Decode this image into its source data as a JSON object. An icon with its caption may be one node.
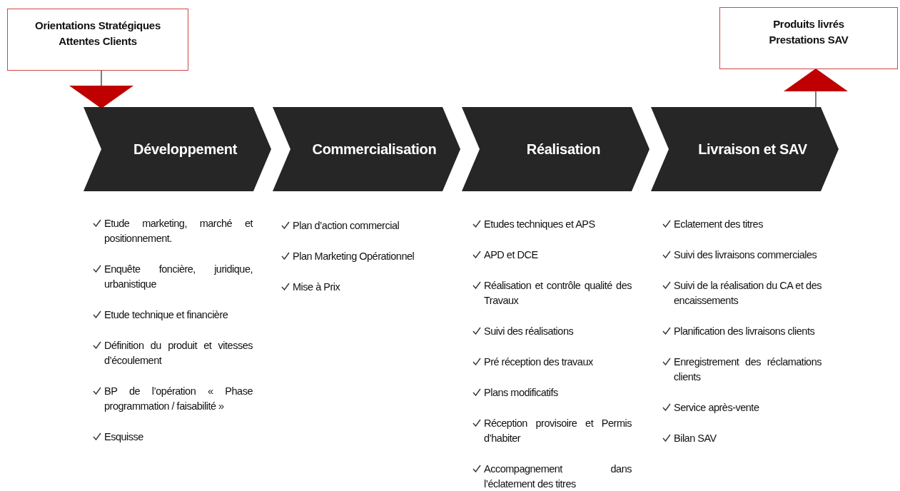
{
  "diagram": {
    "nodes": [
      {
        "text": [
          "Orientations Stratégiques",
          "Attentes Clients"
        ]
      },
      {
        "text": [
          "Produits livrés",
          "Prestations SAV"
        ]
      },
      {
        "text": [
          "Développement"
        ],
        "beside": [
          "Etude marketing, marché et positionnement.",
          "Enquête foncière, juridique, urbanistique",
          "Etude technique et financière",
          "Définition du produit et vitesses d’écoulement",
          "BP de l’opération « Phase programmation / faisabilité »",
          "Esquisse"
        ]
      },
      {
        "text": [
          "Commercialisation"
        ],
        "beside": [
          "Plan d’action commercial",
          "Plan Marketing Opérationnel",
          "Mise à  Prix"
        ]
      },
      {
        "text": [
          "Réalisation"
        ],
        "beside": [
          "Etudes techniques et APS",
          "APD et DCE",
          "Réalisation et contrôle qualité des Travaux",
          "Suivi des réalisations",
          "Pré réception des travaux",
          "Plans modificatifs",
          "Réception provisoire et Permis d’habiter",
          "Accompagnement dans l’éclatement des titres"
        ]
      },
      {
        "text": [
          "Livraison et SAV"
        ],
        "beside": [
          "Eclatement des titres",
          "Suivi des livraisons commerciales",
          "Suivi de la réalisation du CA et des encaissements",
          "Planification des livraisons clients",
          "Enregistrement des réclamations clients",
          "Service après-vente",
          "Bilan SAV"
        ]
      }
    ],
    "edges": [
      {
        "from": 0,
        "to": 2,
        "arrow": "to"
      },
      {
        "from": 5,
        "to": 1,
        "arrow": "to"
      }
    ]
  }
}
